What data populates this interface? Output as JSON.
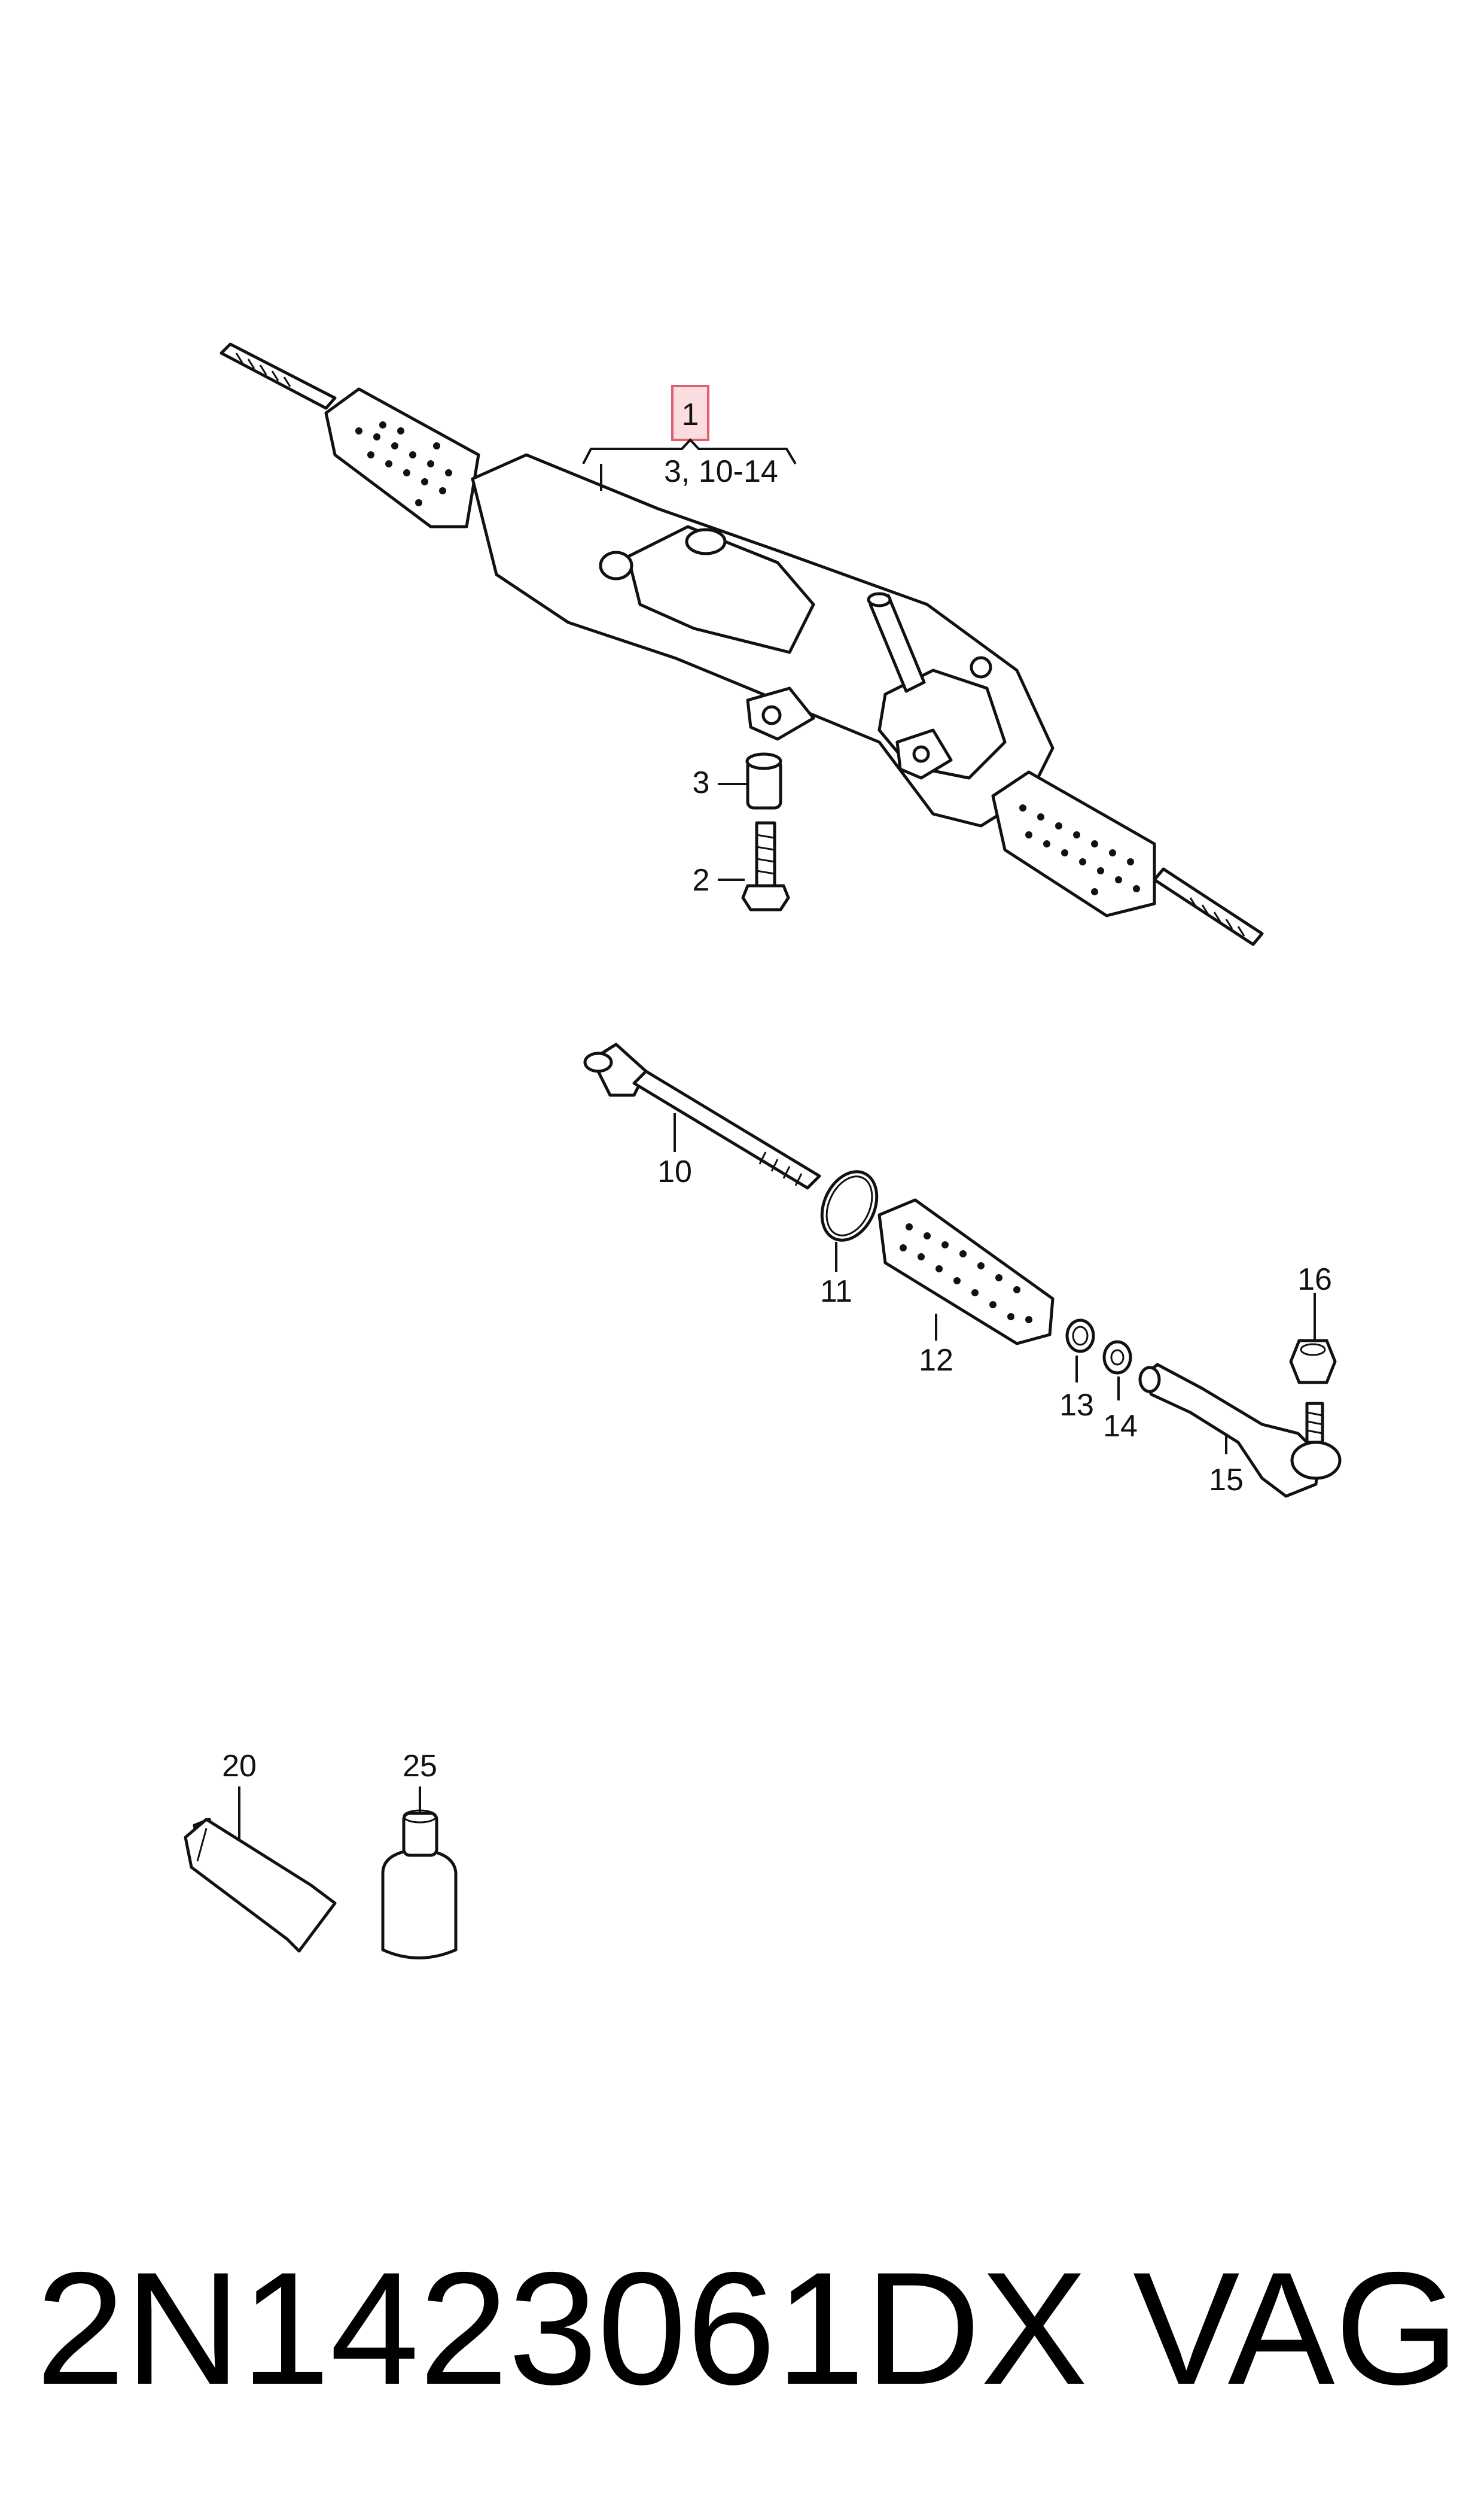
{
  "callouts": {
    "main": "1",
    "main_sub": "3, 10-14",
    "c2": "2",
    "c3": "3",
    "c10": "10",
    "c11": "11",
    "c12": "12",
    "c13": "13",
    "c14": "14",
    "c15": "15",
    "c16": "16",
    "c20": "20",
    "c25": "25"
  },
  "footer": {
    "part_number": "2N1423061DX",
    "brand": "VAG"
  },
  "colors": {
    "highlight_fill": "#fbdde0",
    "highlight_stroke": "#e06070",
    "line": "#111111"
  }
}
